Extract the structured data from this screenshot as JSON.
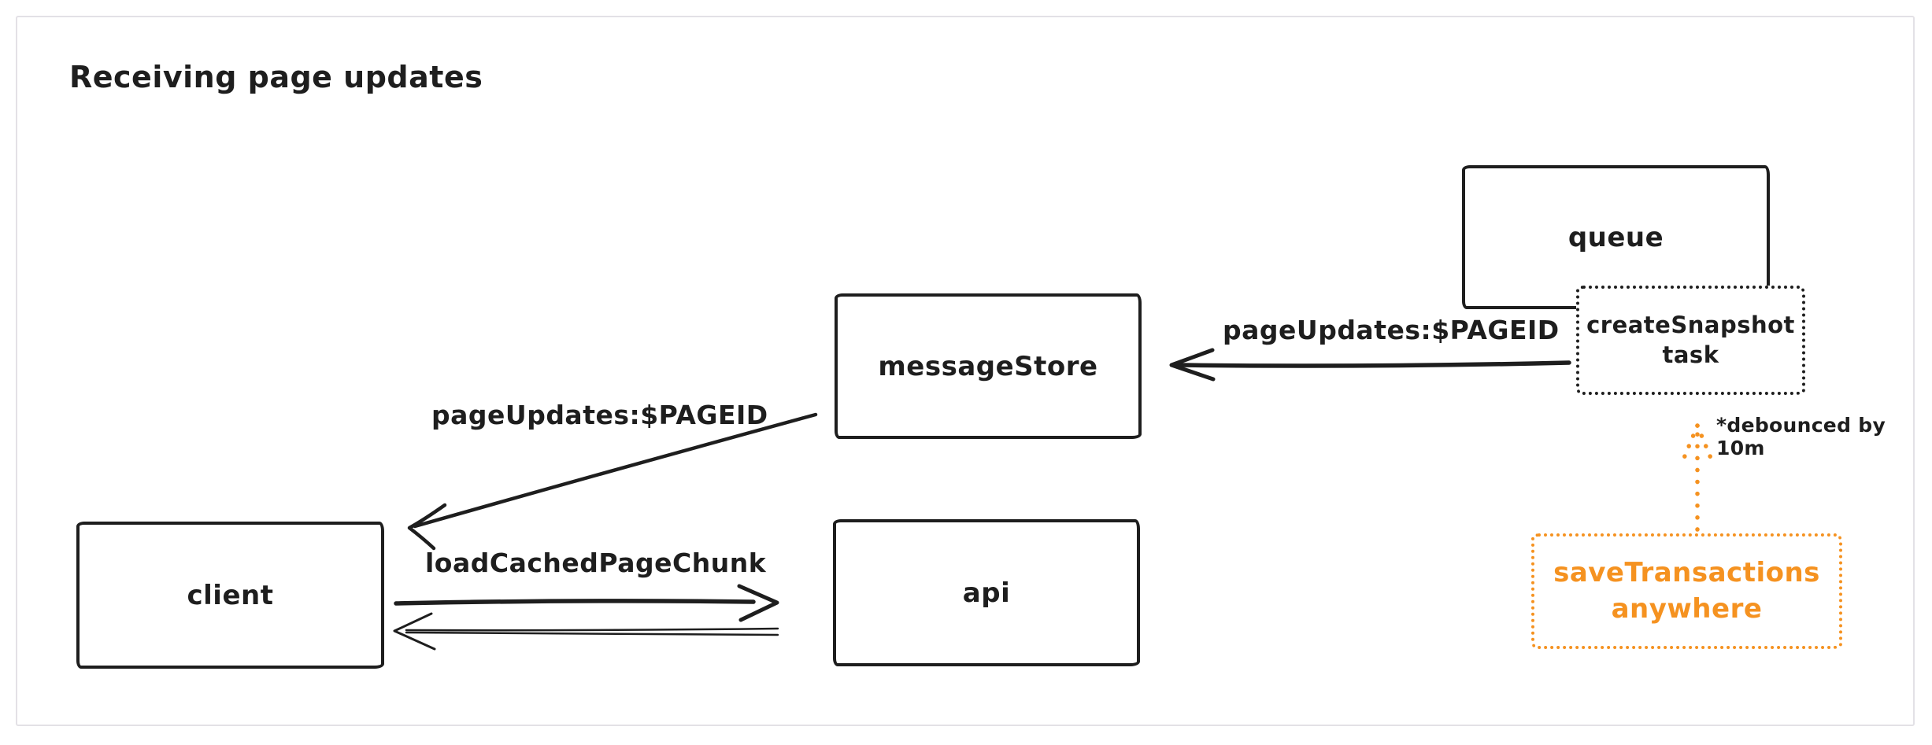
{
  "title": "Receiving page updates",
  "colors": {
    "stroke": "#1e1e1e",
    "orange": "#f59220",
    "page_border": "#e3e1e6"
  },
  "nodes": {
    "queue": {
      "label": "queue",
      "border": "solid"
    },
    "create_snapshot_task": {
      "lines": [
        "createSnapshot",
        "task"
      ],
      "border": "dotted"
    },
    "message_store": {
      "label": "messageStore",
      "border": "solid"
    },
    "client": {
      "label": "client",
      "border": "solid"
    },
    "api": {
      "label": "api",
      "border": "solid"
    },
    "save_transactions": {
      "lines": [
        "saveTransactions",
        "anywhere"
      ],
      "border": "dotted-orange"
    }
  },
  "edge_labels": {
    "task_to_message_store": "pageUpdates:$PAGEID",
    "message_store_to_client": "pageUpdates:$PAGEID",
    "client_to_api": "loadCachedPageChunk",
    "debounce_note": "*debounced by 10m"
  }
}
